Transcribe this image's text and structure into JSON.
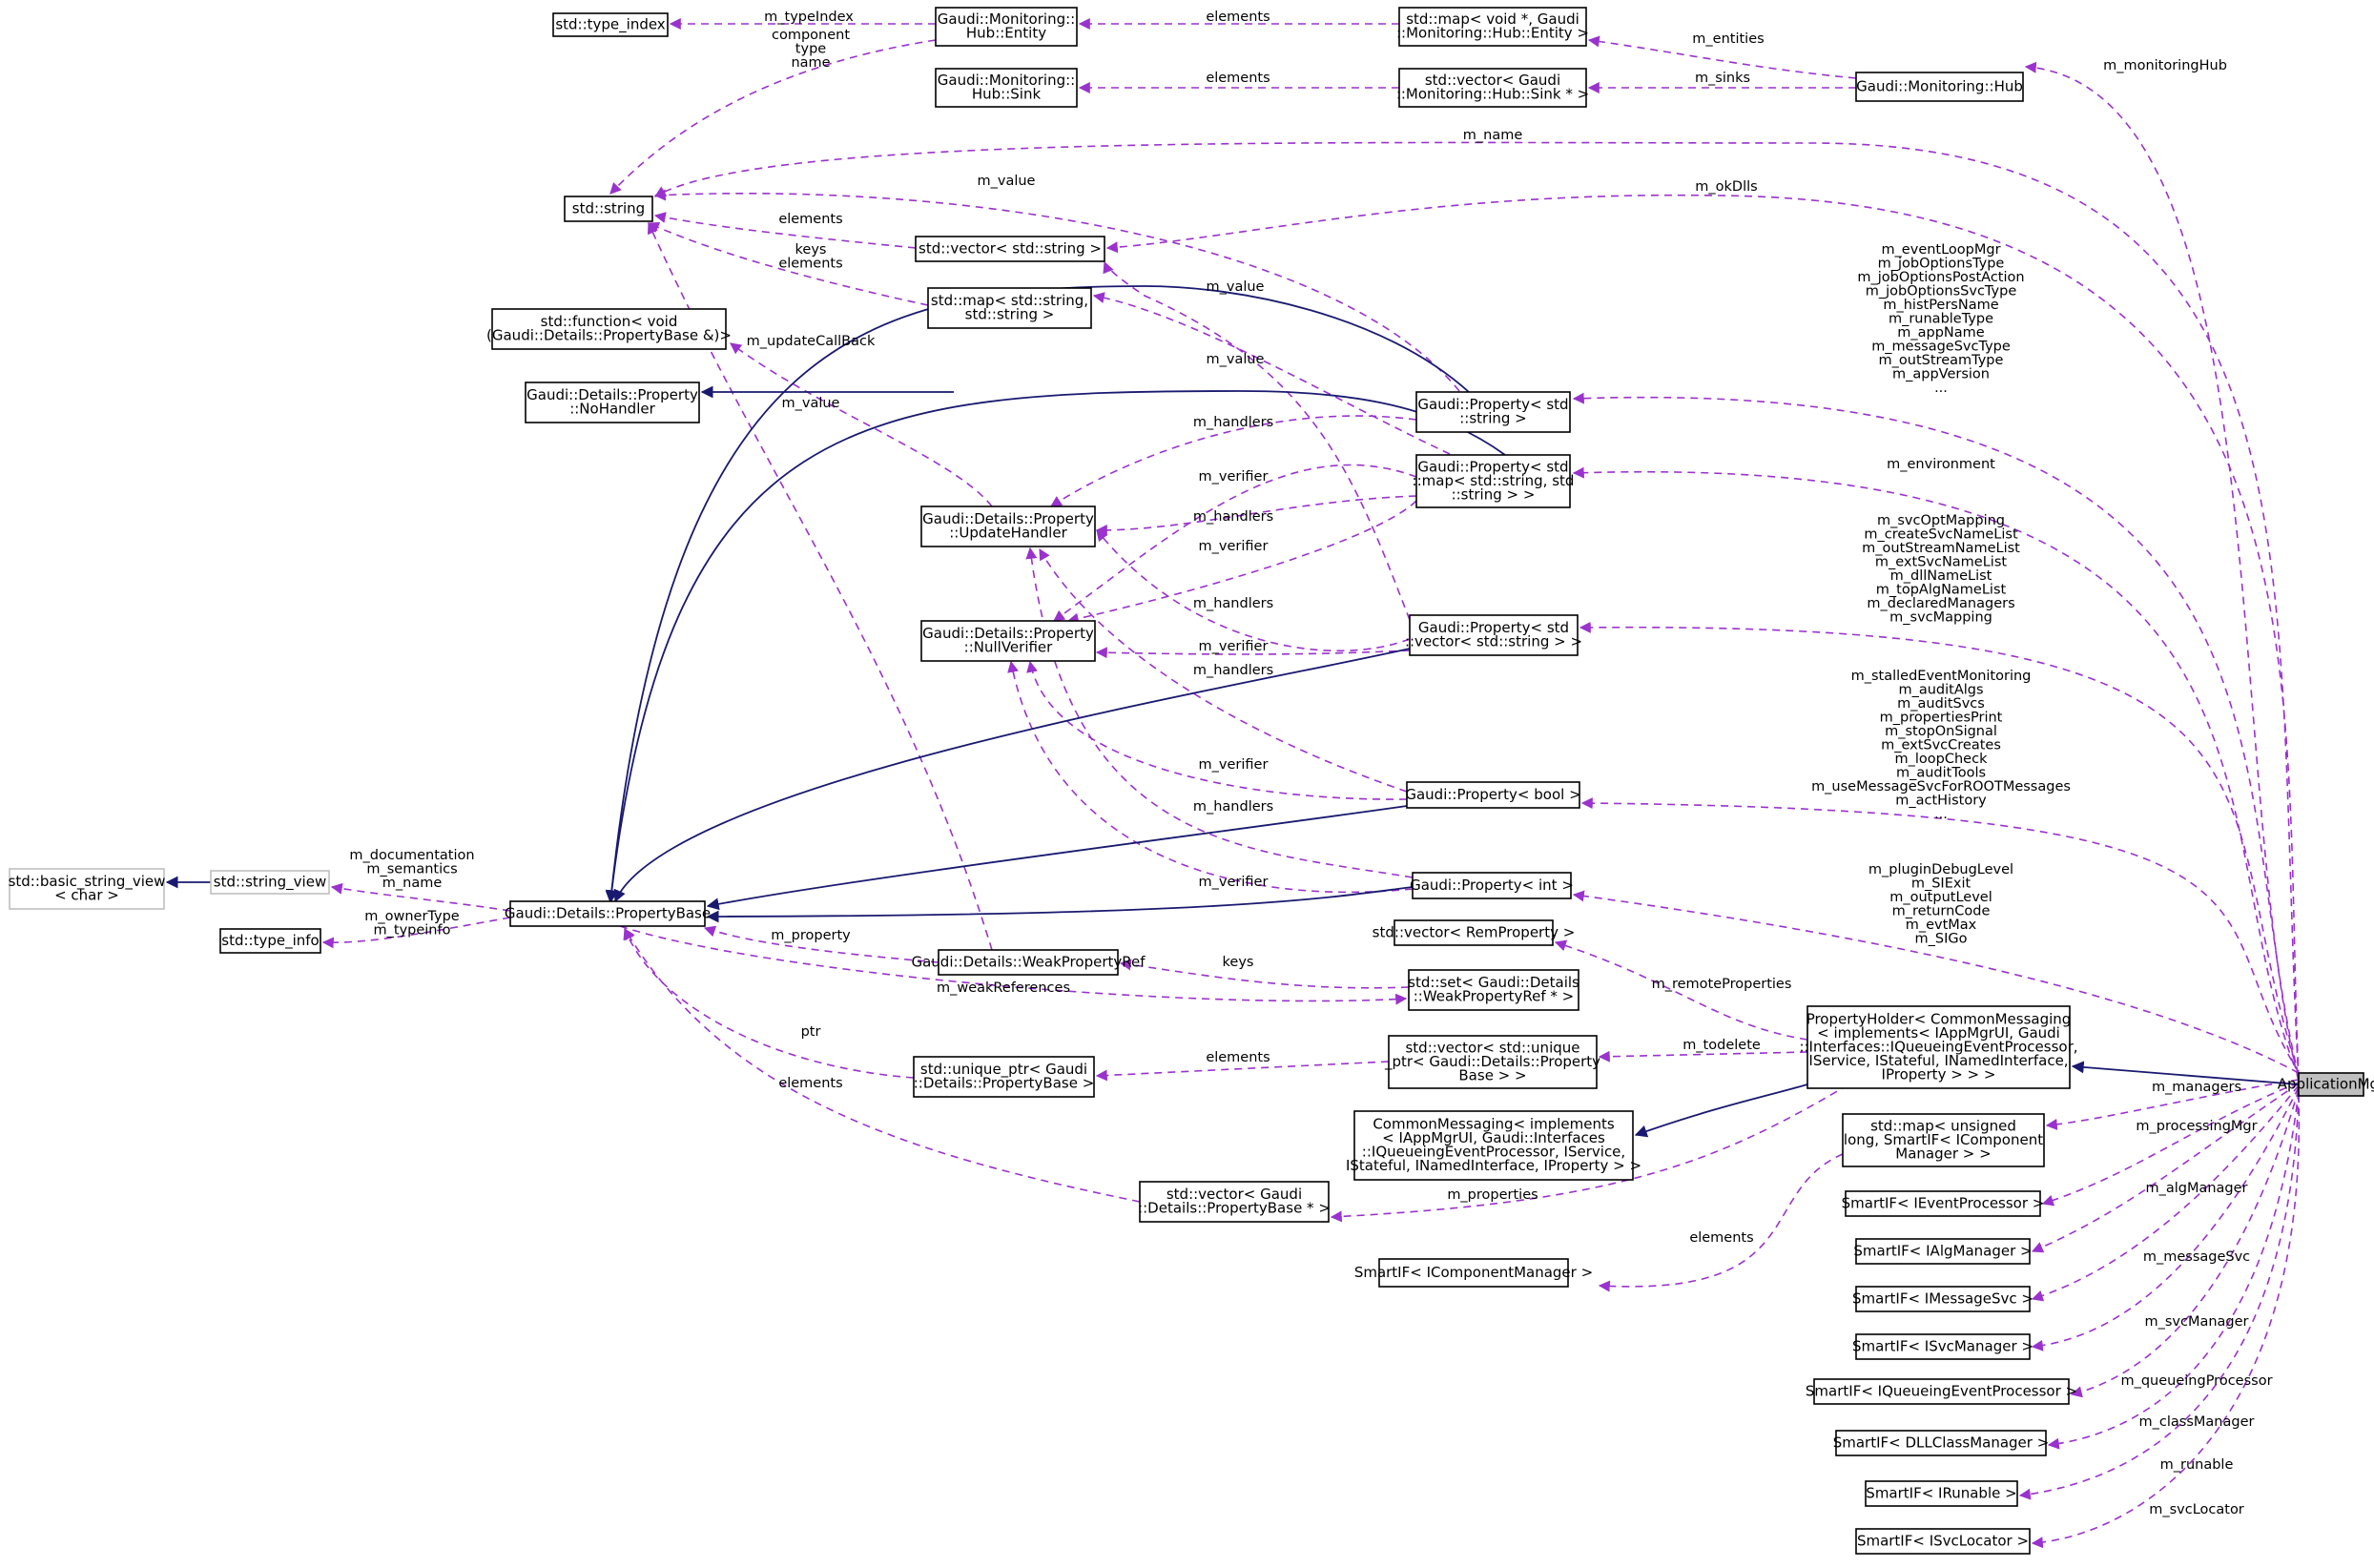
{
  "colors": {
    "usage_edge": "#9a32cd",
    "inheritance_edge": "#191970",
    "focus_node_fill": "#bfbfbf",
    "grey_node_border": "#bfbfbf"
  },
  "nodes": {
    "type_index": [
      "std::type_index"
    ],
    "mon_entity": [
      "Gaudi::Monitoring::",
      "Hub::Entity"
    ],
    "map_entity": [
      "std::map< void *, Gaudi",
      "::Monitoring::Hub::Entity >"
    ],
    "mon_sink": [
      "Gaudi::Monitoring::",
      "Hub::Sink"
    ],
    "vec_sink": [
      "std::vector< Gaudi",
      "::Monitoring::Hub::Sink * >"
    ],
    "mon_hub": [
      "Gaudi::Monitoring::Hub"
    ],
    "string": [
      "std::string"
    ],
    "vec_string": [
      "std::vector< std::string >"
    ],
    "map_string": [
      "std::map< std::string,",
      "std::string >"
    ],
    "function": [
      "std::function< void",
      "(Gaudi::Details::PropertyBase &)>"
    ],
    "nohandler": [
      "Gaudi::Details::Property",
      "::NoHandler"
    ],
    "updatehandler": [
      "Gaudi::Details::Property",
      "::UpdateHandler"
    ],
    "nullverifier": [
      "Gaudi::Details::Property",
      "::NullVerifier"
    ],
    "prop_string": [
      "Gaudi::Property< std",
      "::string >"
    ],
    "prop_map": [
      "Gaudi::Property< std",
      "::map< std::string, std",
      "::string > >"
    ],
    "prop_vec": [
      "Gaudi::Property< std",
      "::vector< std::string > >"
    ],
    "prop_bool": [
      "Gaudi::Property< bool >"
    ],
    "prop_int": [
      "Gaudi::Property< int >"
    ],
    "basic_string_view": [
      "std::basic_string_view",
      "< char >"
    ],
    "string_view": [
      "std::string_view"
    ],
    "type_info": [
      "std::type_info"
    ],
    "propertybase": [
      "Gaudi::Details::PropertyBase"
    ],
    "weakref": [
      "Gaudi::Details::WeakPropertyRef"
    ],
    "vec_remprop": [
      "std::vector< RemProperty >"
    ],
    "set_weakref": [
      "std::set< Gaudi::Details",
      "::WeakPropertyRef * >"
    ],
    "unique_ptr": [
      "std::unique_ptr< Gaudi",
      "::Details::PropertyBase >"
    ],
    "vec_unique": [
      "std::vector< std::unique",
      "_ptr< Gaudi::Details::Property",
      "Base > >"
    ],
    "vec_pbptr": [
      "std::vector< Gaudi",
      "::Details::PropertyBase * >"
    ],
    "commonmsg": [
      "CommonMessaging< implements",
      "< IAppMgrUI, Gaudi::Interfaces",
      "::IQueueingEventProcessor, IService,",
      "IStateful, INamedInterface, IProperty > >"
    ],
    "propholder": [
      "PropertyHolder< CommonMessaging",
      "< implements< IAppMgrUI, Gaudi",
      "::Interfaces::IQueueingEventProcessor,",
      "IService, IStateful, INamedInterface,",
      "IProperty > > >"
    ],
    "appmgr": [
      "ApplicationMgr"
    ],
    "map_smartif": [
      "std::map< unsigned",
      "long, SmartIF< IComponent",
      "Manager > >"
    ],
    "sif_compmgr": [
      "SmartIF< IComponentManager >"
    ],
    "sif_evtproc": [
      "SmartIF< IEventProcessor >"
    ],
    "sif_algmgr": [
      "SmartIF< IAlgManager >"
    ],
    "sif_msgsvc": [
      "SmartIF< IMessageSvc >"
    ],
    "sif_svcmgr": [
      "SmartIF< ISvcManager >"
    ],
    "sif_queue": [
      "SmartIF< IQueueingEventProcessor >"
    ],
    "sif_dll": [
      "SmartIF< DLLClassManager >"
    ],
    "sif_runable": [
      "SmartIF< IRunable >"
    ],
    "sif_svcloc": [
      "SmartIF< ISvcLocator >"
    ]
  },
  "edge_labels": {
    "m_typeIndex": [
      "m_typeIndex"
    ],
    "entity_elements": [
      "elements"
    ],
    "m_entities": [
      "m_entities"
    ],
    "sink_elements": [
      "elements"
    ],
    "m_sinks": [
      "m_sinks"
    ],
    "m_monitoringHub": [
      "m_monitoringHub"
    ],
    "component_type_name": [
      "component",
      "type",
      "name"
    ],
    "m_name": [
      "m_name"
    ],
    "m_value_string": [
      "m_value"
    ],
    "m_okDlls": [
      "m_okDlls"
    ],
    "vec_elements": [
      "elements"
    ],
    "keys_elements": [
      "keys",
      "elements"
    ],
    "m_value_map": [
      "m_value"
    ],
    "m_updateCallBack": [
      "m_updateCallBack"
    ],
    "m_value_vec": [
      "m_value"
    ],
    "m_value_nohandler": [
      "m_value"
    ],
    "string_props": [
      "m_eventLoopMgr",
      "m_jobOptionsType",
      "m_jobOptionsPostAction",
      "m_jobOptionsSvcType",
      "m_histPersName",
      "m_runableType",
      "m_appName",
      "m_messageSvcType",
      "m_outStreamType",
      "m_appVersion",
      "..."
    ],
    "m_handlers_1": [
      "m_handlers"
    ],
    "m_environment": [
      "m_environment"
    ],
    "m_verifier_1": [
      "m_verifier"
    ],
    "m_handlers_2": [
      "m_handlers"
    ],
    "m_verifier_2": [
      "m_verifier"
    ],
    "vec_props": [
      "m_svcOptMapping",
      "m_createSvcNameList",
      "m_outStreamNameList",
      "m_extSvcNameList",
      "m_dllNameList",
      "m_topAlgNameList",
      "m_declaredManagers",
      "m_svcMapping"
    ],
    "m_handlers_3": [
      "m_handlers"
    ],
    "m_verifier_3": [
      "m_verifier"
    ],
    "m_handlers_4": [
      "m_handlers"
    ],
    "bool_props": [
      "m_stalledEventMonitoring",
      "m_auditAlgs",
      "m_auditSvcs",
      "m_propertiesPrint",
      "m_stopOnSignal",
      "m_extSvcCreates",
      "m_loopCheck",
      "m_auditTools",
      "m_useMessageSvcForROOTMessages",
      "m_actHistory",
      "..."
    ],
    "m_verifier_4": [
      "m_verifier"
    ],
    "m_handlers_5": [
      "m_handlers"
    ],
    "m_verifier_5": [
      "m_verifier"
    ],
    "int_props": [
      "m_pluginDebugLevel",
      "m_SIExit",
      "m_outputLevel",
      "m_returnCode",
      "m_evtMax",
      "m_SIGo"
    ],
    "doc_sem_name": [
      "m_documentation",
      "m_semantics",
      "m_name"
    ],
    "owner_typeinfo": [
      "m_ownerType",
      "m_typeinfo"
    ],
    "m_property": [
      "m_property"
    ],
    "keys": [
      "keys"
    ],
    "m_weakReferences": [
      "m_weakReferences"
    ],
    "m_remoteProperties": [
      "m_remoteProperties"
    ],
    "ptr": [
      "ptr"
    ],
    "unique_elements": [
      "elements"
    ],
    "m_todelete": [
      "m_todelete"
    ],
    "pb_elements": [
      "elements"
    ],
    "m_managers": [
      "m_managers"
    ],
    "m_properties": [
      "m_properties"
    ],
    "m_processingMgr": [
      "m_processingMgr"
    ],
    "m_algManager": [
      "m_algManager"
    ],
    "smartif_elements": [
      "elements"
    ],
    "m_messageSvc": [
      "m_messageSvc"
    ],
    "m_svcManager": [
      "m_svcManager"
    ],
    "m_queueingProcessor": [
      "m_queueingProcessor"
    ],
    "m_classManager": [
      "m_classManager"
    ],
    "m_runable": [
      "m_runable"
    ],
    "m_svcLocator": [
      "m_svcLocator"
    ]
  }
}
